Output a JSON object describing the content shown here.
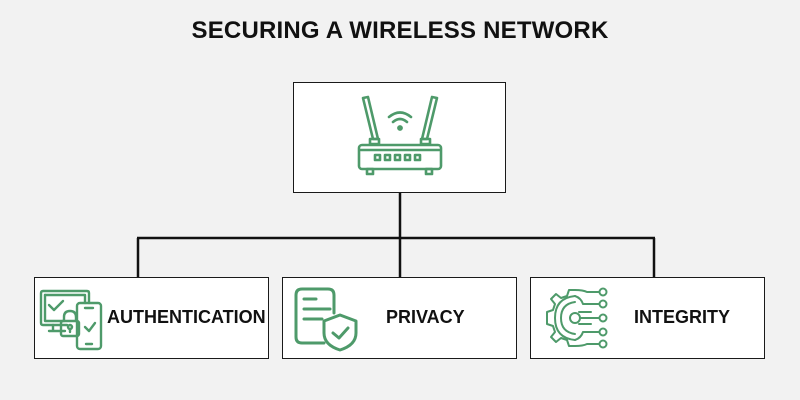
{
  "diagram": {
    "title": "SECURING A WIRELESS NETWORK",
    "accent_color": "#4e9a6a",
    "root": {
      "label": "",
      "icon": "wifi-router-icon"
    },
    "children": [
      {
        "label": "AUTHENTICATION",
        "icon": "device-lock-check-icon"
      },
      {
        "label": "PRIVACY",
        "icon": "document-shield-icon"
      },
      {
        "label": "INTEGRITY",
        "icon": "gear-circuit-icon"
      }
    ]
  }
}
